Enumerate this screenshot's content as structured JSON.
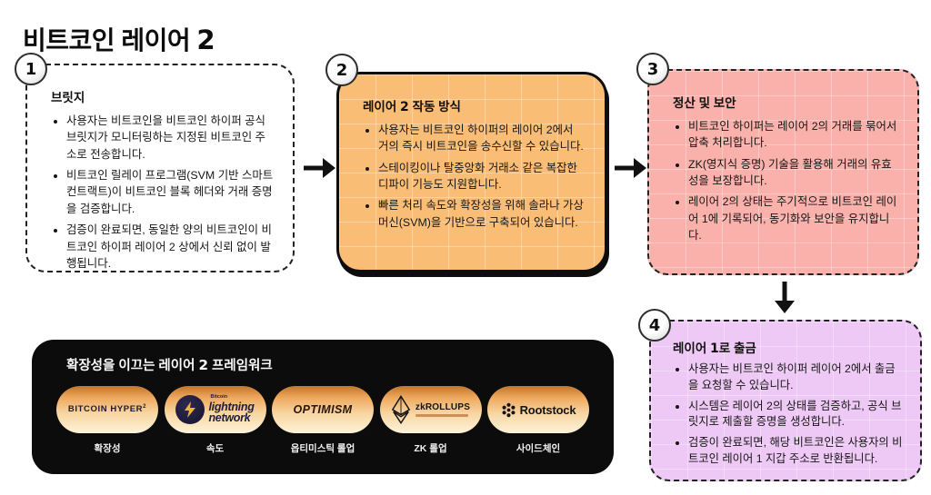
{
  "page": {
    "title_prefix": "비트코인 레이어 ",
    "title_accent": "2"
  },
  "steps": [
    {
      "number": "1",
      "title_prefix": "브릿지",
      "title_accent": "",
      "title_suffix": "",
      "bullets": [
        "사용자는 비트코인을 비트코인 하이퍼 공식 브릿지가 모니터링하는 지정된 비트코인 주소로 전송합니다.",
        "비트코인 릴레이 프로그램(SVM 기반 스마트 컨트랙트)이 비트코인 블록 헤더와 거래 증명을 검증합니다.",
        "검증이 완료되면, 동일한 양의 비트코인이 비트코인 하이퍼 레이어 2 상에서 신뢰 없이 발행됩니다."
      ]
    },
    {
      "number": "2",
      "title_prefix": "레이어 ",
      "title_accent": "2",
      "title_suffix": " 작동 방식",
      "bullets": [
        "사용자는 비트코인 하이퍼의 레이어 2에서 거의 즉시 비트코인을 송수신할 수 있습니다.",
        "스테이킹이나 탈중앙화 거래소 같은 복잡한 디파이 기능도 지원합니다.",
        "빠른 처리 속도와 확장성을 위해 솔라나 가상머신(SVM)을 기반으로 구축되어 있습니다."
      ]
    },
    {
      "number": "3",
      "title_prefix": "정산 및 보안",
      "title_accent": "",
      "title_suffix": "",
      "bullets": [
        "비트코인 하이퍼는 레이어 2의 거래를 묶어서 압축 처리합니다.",
        "ZK(영지식 증명) 기술을 활용해 거래의 유효성을 보장합니다.",
        "레이어 2의 상태는 주기적으로 비트코인 레이어 1에 기록되어, 동기화와 보안을 유지합니다."
      ]
    },
    {
      "number": "4",
      "title_prefix": "레이어 ",
      "title_accent": "1",
      "title_suffix": "로 출금",
      "bullets": [
        "사용자는 비트코인 하이퍼 레이어 2에서 출금을 요청할 수 있습니다.",
        "시스템은 레이어 2의 상태를 검증하고, 공식 브릿지로 제출할 증명을 생성합니다.",
        "검증이 완료되면, 해당 비트코인은 사용자의 비트코인 레이어 1 지갑 주소로 반환됩니다."
      ]
    }
  ],
  "frameworks": {
    "title_prefix": "확장성을 이끄는 레이어 ",
    "title_accent": "2",
    "title_suffix": " 프레임워크",
    "items": [
      {
        "text": "BITCOIN HYPER",
        "sup": "2",
        "label": "확장성"
      },
      {
        "top": "Bitcoin",
        "line1": "lightning",
        "line2": "network",
        "label": "속도"
      },
      {
        "text": "OPTIMISM",
        "label": "옵티미스틱 롤업"
      },
      {
        "text": "zkROLLUPS",
        "label": "ZK 롤업"
      },
      {
        "text": "Rootstock",
        "label": "사이드체인"
      }
    ]
  },
  "colors": {
    "step2_bg": "#FABD76",
    "step3_bg": "#FBB1AB",
    "step4_bg": "#EEC9F5",
    "panel_bg": "#0C0C0C"
  }
}
